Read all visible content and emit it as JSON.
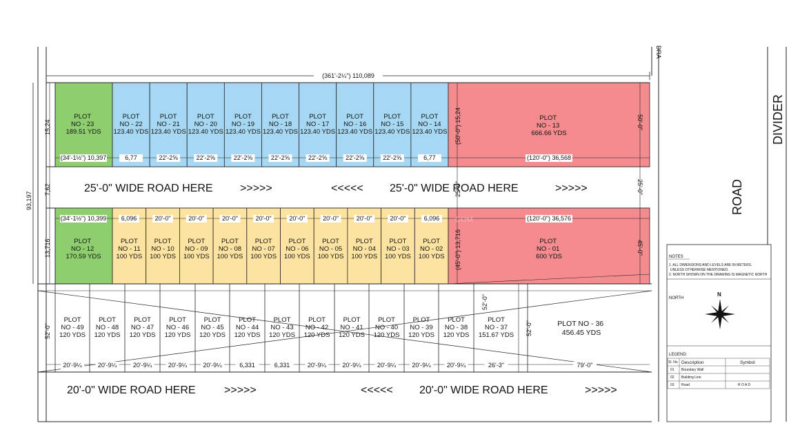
{
  "colors": {
    "green": "#8fce6e",
    "blue": "#a6d8f3",
    "yellow": "#fde3a2",
    "red": "#f38b8f",
    "line": "#222222"
  },
  "labels": {
    "top_dim": "(361'-2¼\") 110,089",
    "left_dim": "93,197",
    "dra": "DRA",
    "divider": "DIVIDER",
    "road_right": "ROAD",
    "road25_left": "25'-0\" WIDE ROAD HERE",
    "road25_right": "25'-0\" WIDE ROAD HERE",
    "road20_left": "20'-0\" WIDE ROAD HERE",
    "road20_right": "20'-0\" WIDE ROAD HERE",
    "arrows_right": ">>>>>",
    "arrows_left": "<<<<<",
    "watermark": "COM"
  },
  "row1": {
    "plot23": [
      "PLOT",
      "NO - 23",
      "189.51 YDS"
    ],
    "plot13": [
      "PLOT",
      "NO - 13",
      "666.66 YDS"
    ],
    "plots": [
      [
        "PLOT",
        "NO - 22",
        "123.40 YDS"
      ],
      [
        "PLOT",
        "NO - 21",
        "123.40 YDS"
      ],
      [
        "PLOT",
        "NO - 20",
        "123.40 YDS"
      ],
      [
        "PLOT",
        "NO - 19",
        "123.40 YDS"
      ],
      [
        "PLOT",
        "NO - 18",
        "123.40 YDS"
      ],
      [
        "PLOT",
        "NO - 17",
        "123.40 YDS"
      ],
      [
        "PLOT",
        "NO - 16",
        "123.40 YDS"
      ],
      [
        "PLOT",
        "NO - 15",
        "123.40 YDS"
      ],
      [
        "PLOT",
        "NO - 14",
        "123.40 YDS"
      ]
    ],
    "bottom_dims": [
      "(34'-1½\") 10,397",
      "6,77",
      "22'-2⅝",
      "22'-2⅝",
      "22'-2⅝",
      "22'-2⅝",
      "22'-2⅝",
      "22'-2⅝",
      "22'-2⅝",
      "6,77",
      "(120'-0\") 36,568"
    ],
    "left_dim": "15,24",
    "mid_dim": "(50'-0\") 15,24",
    "right_dim": "50'-0\"",
    "road_left_dim": "7,62",
    "road_mid_dim": "25'-0\"",
    "road_right_dim": "25'-0\""
  },
  "row2": {
    "plot12": [
      "PLOT",
      "NO - 12",
      "170.59 YDS"
    ],
    "plot01": [
      "PLOT",
      "NO - 01",
      "600 YDS"
    ],
    "plots": [
      [
        "PLOT",
        "NO - 11",
        "100 YDS"
      ],
      [
        "PLOT",
        "NO - 10",
        "100 YDS"
      ],
      [
        "PLOT",
        "NO - 09",
        "100 YDS"
      ],
      [
        "PLOT",
        "NO - 08",
        "100 YDS"
      ],
      [
        "PLOT",
        "NO - 07",
        "100 YDS"
      ],
      [
        "PLOT",
        "NO - 06",
        "100 YDS"
      ],
      [
        "PLOT",
        "NO - 05",
        "100 YDS"
      ],
      [
        "PLOT",
        "NO - 04",
        "100 YDS"
      ],
      [
        "PLOT",
        "NO - 03",
        "100 YDS"
      ],
      [
        "PLOT",
        "NO - 02",
        "100 YDS"
      ]
    ],
    "top_dims": [
      "(34'-1½\") 10,399",
      "6,096",
      "20'-0\"",
      "20'-0\"",
      "20'-0\"",
      "20'-0\"",
      "20'-0\"",
      "20'-0\"",
      "20'-0\"",
      "20'-0\"",
      "6,096",
      "(120'-0\") 36,576"
    ],
    "left_dim": "13,716",
    "mid_dim": "(45'-0\") 13,716",
    "right_dim": "45'-0\""
  },
  "row3": {
    "plots": [
      [
        "PLOT",
        "NO - 49",
        "120 YDS"
      ],
      [
        "PLOT",
        "NO - 48",
        "120 YDS"
      ],
      [
        "PLOT",
        "NO - 47",
        "120 YDS"
      ],
      [
        "PLOT",
        "NO - 46",
        "120 YDS"
      ],
      [
        "PLOT",
        "NO - 45",
        "120 YDS"
      ],
      [
        "PLOT",
        "NO - 44",
        "120 YDS"
      ],
      [
        "PLOT",
        "NO - 43",
        "120 YDS"
      ],
      [
        "PLOT",
        "NO - 42",
        "120 YDS"
      ],
      [
        "PLOT",
        "NO - 41",
        "120 YDS"
      ],
      [
        "PLOT",
        "NO - 40",
        "120 YDS"
      ],
      [
        "PLOT",
        "NO - 39",
        "120 YDS"
      ],
      [
        "PLOT",
        "NO - 38",
        "120 YDS"
      ],
      [
        "PLOT",
        "NO - 37",
        "151.67 YDS"
      ]
    ],
    "plot36": [
      "PLOT NO - 36",
      "456.45 YDS"
    ],
    "bottom_dims": [
      "20'-9¼",
      "20'-9¼",
      "20'-9¼",
      "20'-9¼",
      "20'-9¼",
      "6,331",
      "6,331",
      "20'-9¼",
      "20'-9¼",
      "20'-9¼",
      "20'-9¼",
      "20'-9¼",
      "26'-3\"",
      "79'-0\""
    ],
    "left_dim": "52'-0\"",
    "dim_37_top": "52'-0\"",
    "dim_37_right": "52'-0\""
  },
  "panel": {
    "notes_title": "NOTES",
    "notes": [
      "1. ALL DIMENSIONS AND LEVELS ARE IN METERS.",
      "UNLESS OTHERWISE MENTIONED.",
      "2. NORTH SHOWN ON THE DRAWING IS MAGNETIC NORTH"
    ],
    "north_title": "NORTH",
    "north_letter": "N",
    "legend_title": "LEGEND:",
    "headers": [
      "Sl. No",
      "Description",
      "Symbol"
    ],
    "rows": [
      [
        "01",
        "Boundary Wall",
        ""
      ],
      [
        "02",
        "Building Line",
        ""
      ],
      [
        "03",
        "Road",
        "R O A D"
      ]
    ]
  }
}
